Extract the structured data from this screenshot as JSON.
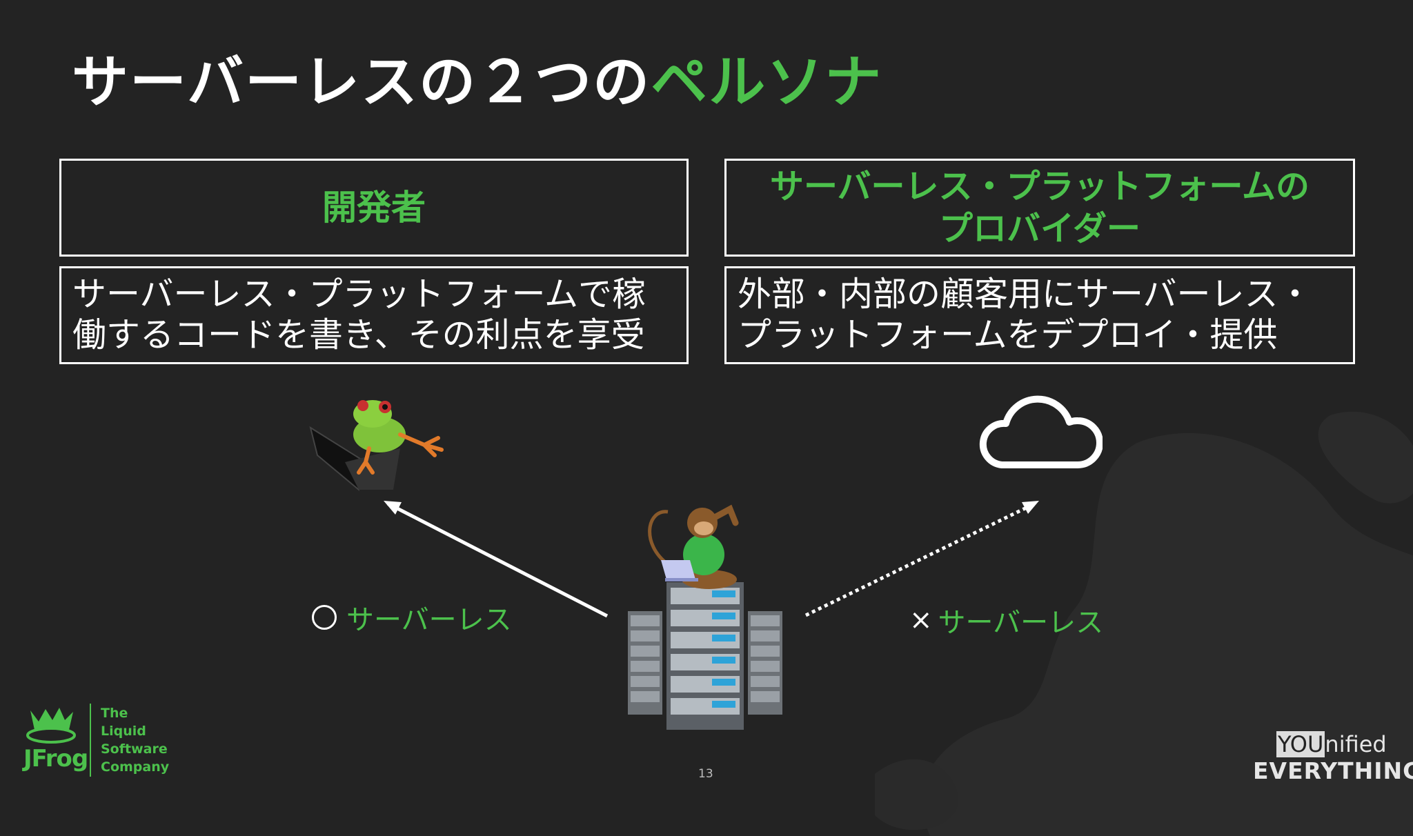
{
  "title": {
    "main": "サーバーレスの２つの",
    "accent": "ペルソナ"
  },
  "colors": {
    "accent": "#4cc14c",
    "background": "#232323",
    "text": "#ffffff"
  },
  "personas": [
    {
      "heading": "開発者",
      "description_line1": "サーバーレス・プラットフォームで稼",
      "description_line2": "働するコードを書き、その利点を享受"
    },
    {
      "heading_line1": "サーバーレス・プラットフォームの",
      "heading_line2": "プロバイダー",
      "description_line1": "外部・内部の顧客用にサーバーレス・",
      "description_line2": "プラットフォームをデプロイ・提供"
    }
  ],
  "arrow_labels": {
    "left": {
      "mark": "circle",
      "text": "サーバーレス"
    },
    "right": {
      "mark": "×",
      "text": "サーバーレス"
    }
  },
  "illustrations": [
    "frog-with-laptop-icon",
    "cloud-icon",
    "monkey-on-servers-icon"
  ],
  "footer": {
    "logo_text": "JFrog",
    "tagline": [
      "The",
      "Liquid",
      "Software",
      "Company"
    ],
    "page_number": "13",
    "brand_top_highlight": "YOU",
    "brand_top_rest": "nified",
    "brand_bottom": "EVERYTHING"
  }
}
